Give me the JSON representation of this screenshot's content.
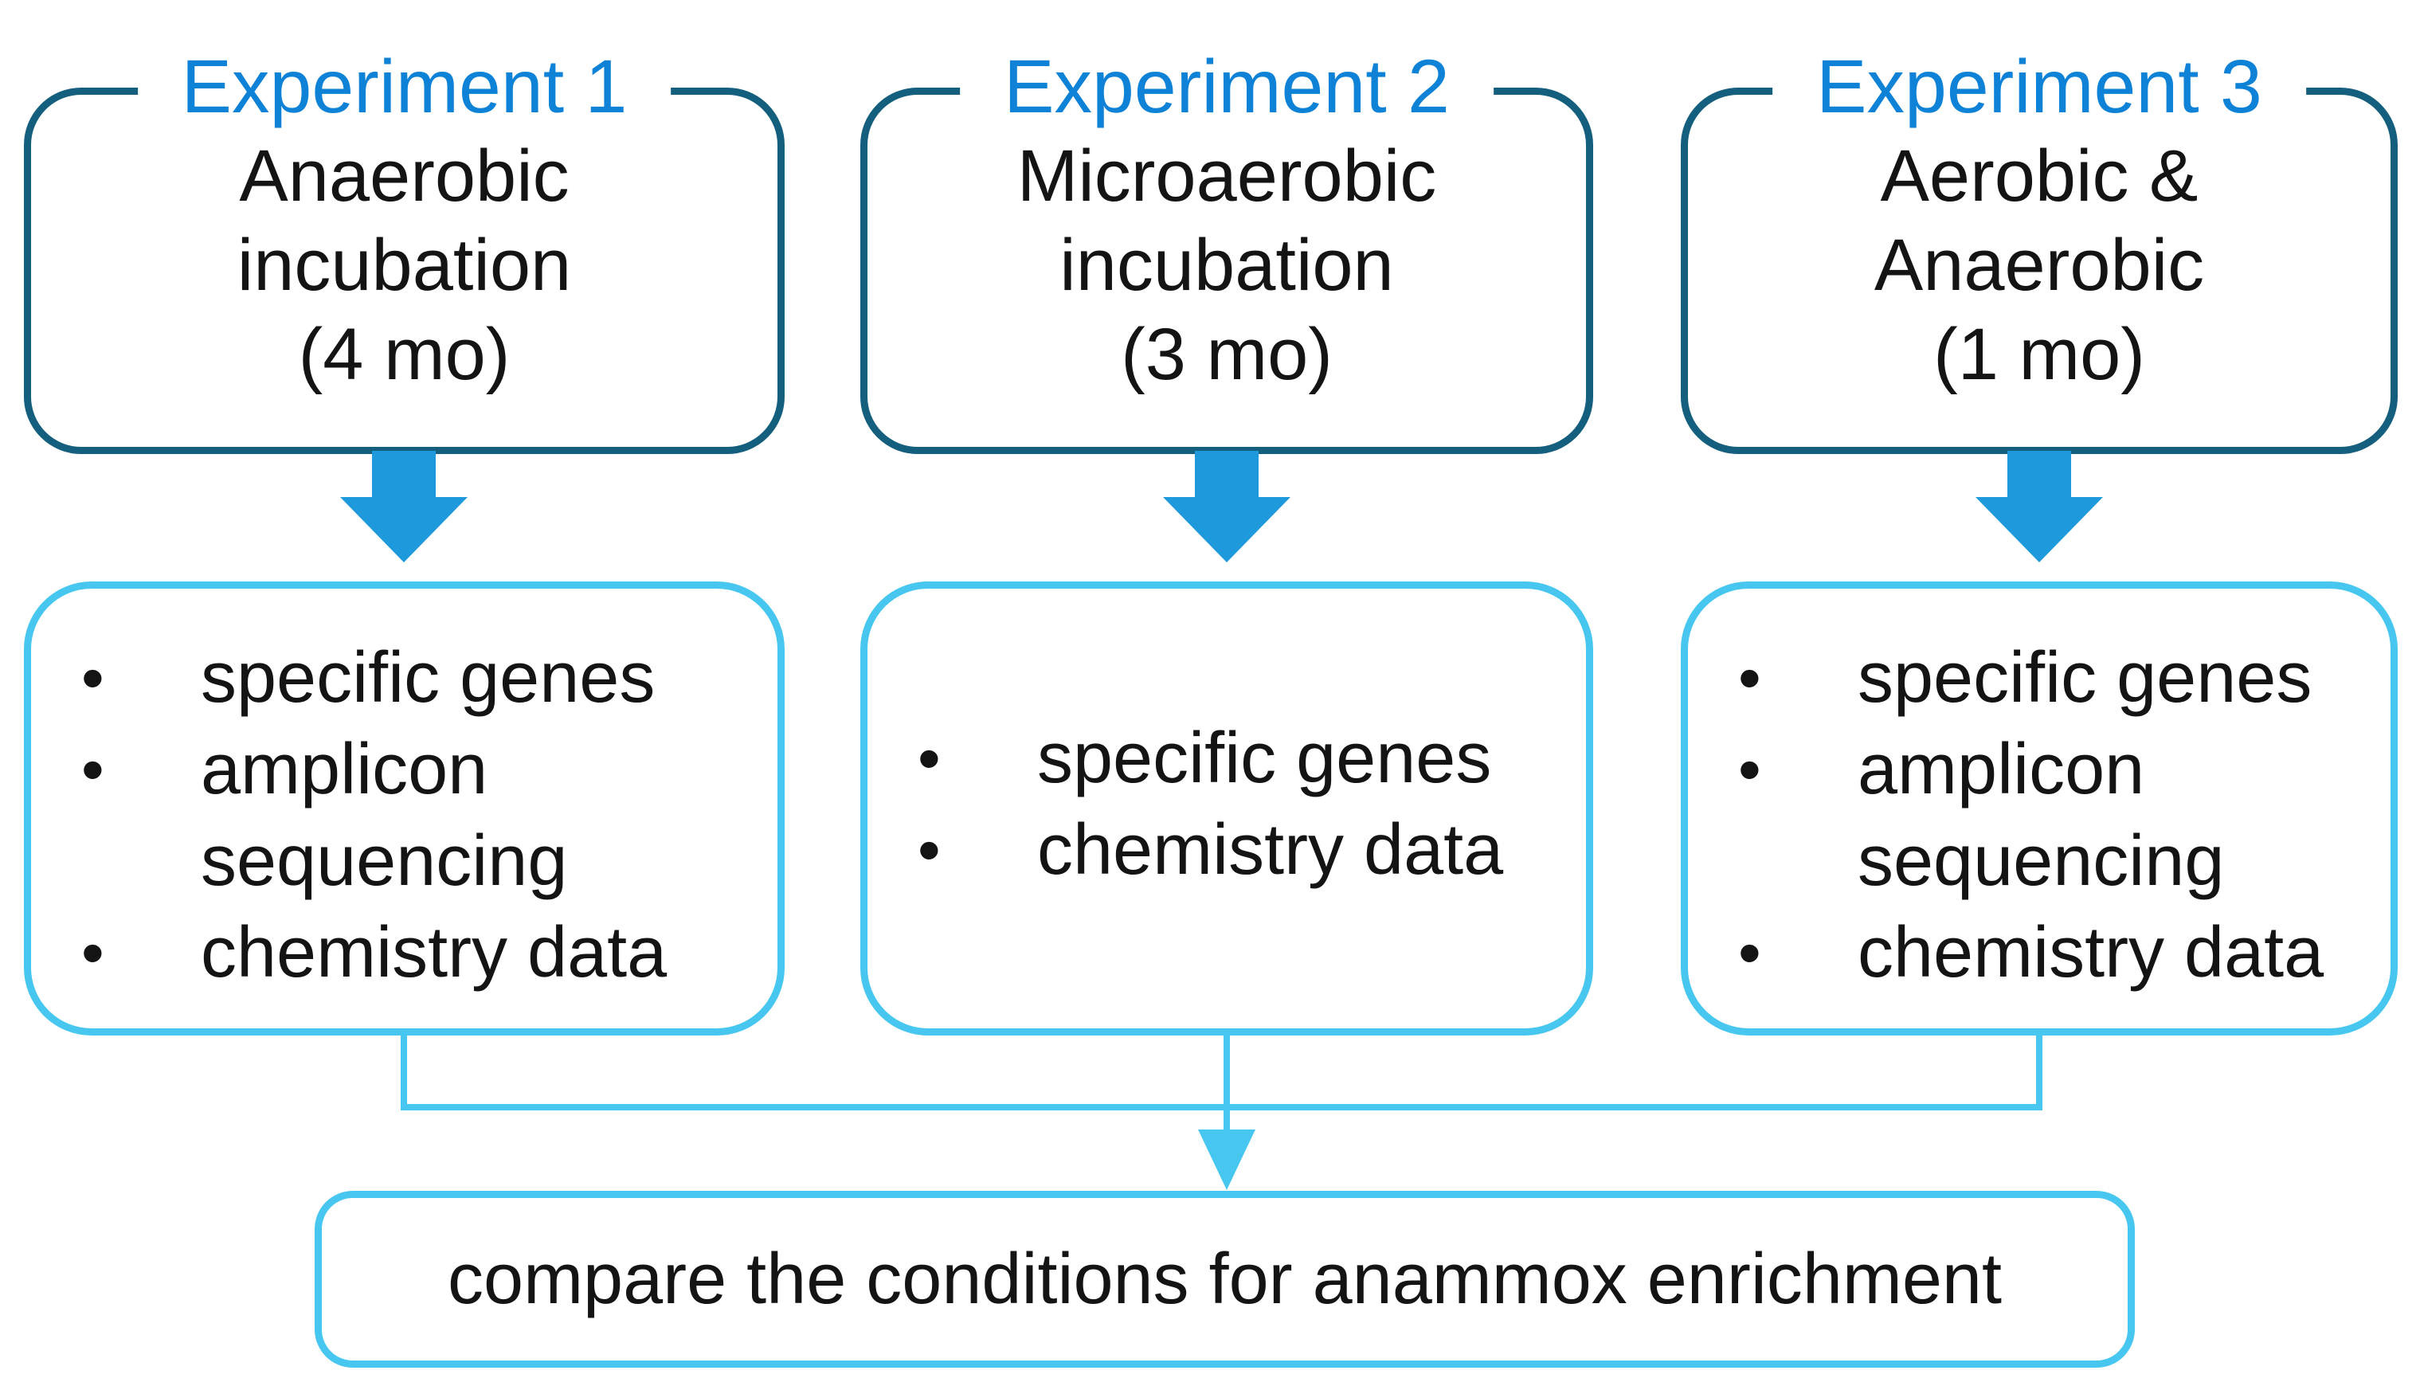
{
  "diagram": {
    "bullet_marker": "•",
    "experiments": [
      {
        "label": "Experiment 1",
        "condition_lines": [
          "Anaerobic",
          "incubation",
          "(4 mo)"
        ],
        "outputs": [
          "specific genes",
          "amplicon sequencing",
          "chemistry data"
        ]
      },
      {
        "label": "Experiment 2",
        "condition_lines": [
          "Microaerobic",
          "incubation",
          "(3 mo)"
        ],
        "outputs": [
          "specific genes",
          "chemistry data"
        ]
      },
      {
        "label": "Experiment 3",
        "condition_lines": [
          "Aerobic &",
          "Anaerobic",
          "(1 mo)"
        ],
        "outputs": [
          "specific genes",
          "amplicon sequencing",
          "chemistry data"
        ]
      }
    ],
    "conclusion": "compare the conditions for anammox enrichment",
    "colors": {
      "experiment_label": "#0E82D6",
      "top_box_border": "#155F7E",
      "block_arrow": "#1D99DC",
      "cyan_accent": "#47C7EF",
      "text": "#141414",
      "background": "#FFFFFF"
    }
  }
}
